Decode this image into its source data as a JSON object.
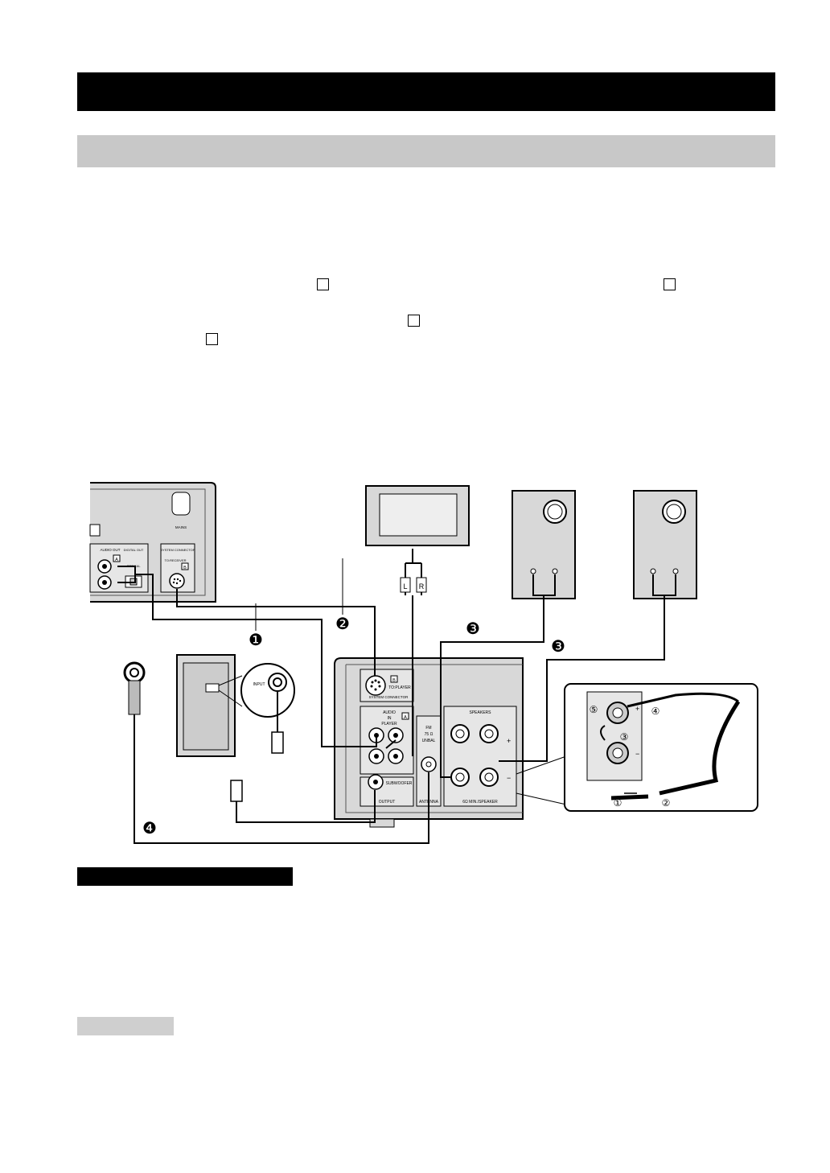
{
  "panel_labels": {
    "player": {
      "audio_out": "AUDIO OUT",
      "digital_out": "DIGITAL OUT",
      "optical": "OPTICAL",
      "system_connector": "SYSTEM CONNECTOR",
      "to_receiver": "TO:RECEIVER",
      "mains": "MAINS",
      "badge_a": "A",
      "badge_b": "B"
    },
    "receiver": {
      "badge_b": "B",
      "to_player": "TO:PLAYER",
      "system_connector": "SYSTEM CONNECTOR",
      "audio": "AUDIO",
      "in": "IN",
      "player": "PLAYER",
      "badge_a": "A",
      "fm": "FM",
      "ohm75": "75 Ω",
      "unbal": "UNBAL",
      "speakers": "SPEAKERS",
      "subwoofer": "SUBWOOFER",
      "output": "OUTPUT",
      "antenna": "ANTENNA",
      "min_speaker": "6Ω MIN./SPEAKER",
      "plus": "+",
      "minus": "−"
    },
    "subwoofer": {
      "input": "INPUT"
    },
    "tv": {
      "l": "L",
      "r": "R"
    },
    "markers": [
      "❶",
      "❷",
      "❸",
      "❸",
      "❹"
    ],
    "inset": {
      "steps": [
        "①",
        "②",
        "③",
        "④",
        "⑤"
      ],
      "plus": "+",
      "minus": "−"
    }
  }
}
